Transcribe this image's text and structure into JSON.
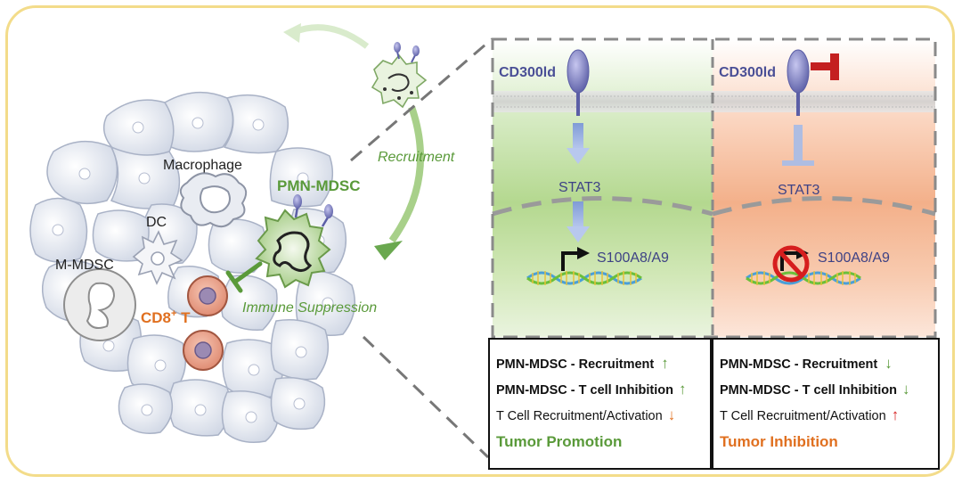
{
  "left_panel": {
    "macrophage_label": "Macrophage",
    "dc_label": "DC",
    "mmdsc_label": "M-MDSC",
    "pmnmdsc_label": "PMN-MDSC",
    "cd8_label": "CD8",
    "cd8_sup": "+",
    "cd8_suffix": " T",
    "recruitment_label": "Recruitment",
    "immune_suppression_label": "Immune Suppression"
  },
  "promotion_panel": {
    "receptor_label": "CD300ld",
    "stat_label": "STAT3",
    "gene_label": "S100A8/A9",
    "rows": [
      {
        "text": "PMN-MDSC - Recruitment",
        "arrow": "↑",
        "bold": true
      },
      {
        "text": "PMN-MDSC - T cell Inhibition",
        "arrow": "↑",
        "bold": true
      },
      {
        "text": "T Cell Recruitment/Activation",
        "arrow": "↓",
        "bold": false
      }
    ],
    "outcome": "Tumor Promotion"
  },
  "inhibition_panel": {
    "receptor_label": "CD300ld",
    "stat_label": "STAT3",
    "gene_label": "S100A8/A9",
    "rows": [
      {
        "text": "PMN-MDSC - Recruitment",
        "arrow": "↓",
        "bold": true
      },
      {
        "text": "PMN-MDSC - T cell Inhibition",
        "arrow": "↓",
        "bold": true
      },
      {
        "text": "T Cell  Recruitment/Activation",
        "arrow": "↑",
        "bold": false
      }
    ],
    "outcome": "Tumor Inhibition"
  },
  "colors": {
    "green": "#5a9a3a",
    "orange": "#e07020",
    "red": "#d61e1e",
    "purple": "#5b5ea6",
    "frame": "#f3dc8a"
  }
}
